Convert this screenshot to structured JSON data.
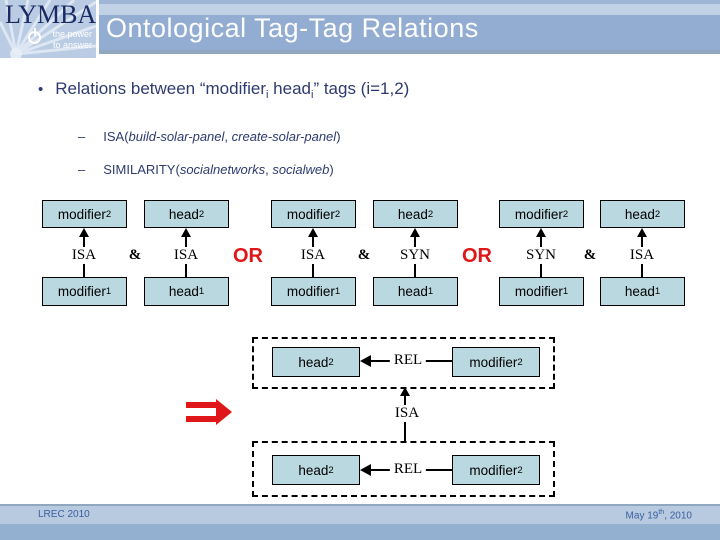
{
  "header": {
    "logo_name": "LYMBA",
    "logo_tagline1": "the power",
    "logo_tagline2": "to answer",
    "title": "Ontological Tag-Tag Relations"
  },
  "bullet": {
    "marker": "•",
    "part1": "Relations between “modifier",
    "sub1": "i",
    "part2": " head",
    "sub2": "i",
    "part3": "” tags (i=1,2)"
  },
  "subbullets": [
    {
      "dash": "–",
      "rel": "ISA(",
      "arg1": "build-solar-panel",
      "comma": ", ",
      "arg2": "create-solar-panel",
      "close": ")"
    },
    {
      "dash": "–",
      "rel": "SIMILARITY(",
      "arg1": "socialnetworks",
      "comma": ", ",
      "arg2": "socialweb",
      "close": ")"
    }
  ],
  "diagram": {
    "box": {
      "modifier": "modifier",
      "head": "head",
      "sub_top": "2",
      "sub_bottom": "1"
    },
    "groups": [
      {
        "left_rel": "ISA",
        "amp": "&",
        "right_rel": "ISA"
      },
      {
        "left_rel": "ISA",
        "amp": "&",
        "right_rel": "SYN"
      },
      {
        "left_rel": "SYN",
        "amp": "&",
        "right_rel": "ISA"
      }
    ],
    "or": "OR"
  },
  "implication": {
    "isa": "ISA",
    "rel": "REL",
    "head_base": "head",
    "head_sub": "2",
    "modifier_base": "modifier",
    "modifier_sub": "2"
  },
  "footer": {
    "left": "LREC 2010",
    "right_day": "May 19",
    "right_sup": "th",
    "right_rest": ", 2010"
  },
  "colors": {
    "accent_red": "#e01718",
    "box_fill": "#b9d8df",
    "text_navy": "#2e3a70",
    "header_blue": "#92add1",
    "footer_blue": "#93b0d1"
  }
}
